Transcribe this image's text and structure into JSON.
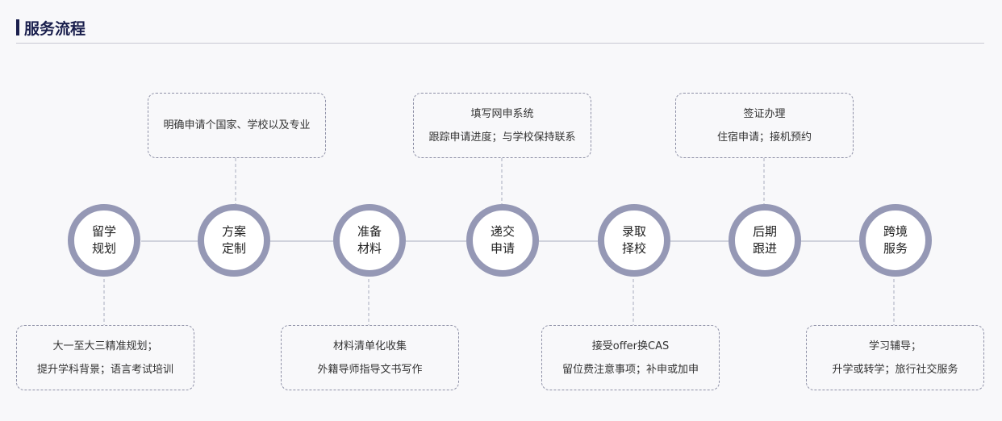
{
  "header": {
    "title": "服务流程"
  },
  "steps": [
    {
      "line1": "留学",
      "line2": "规划"
    },
    {
      "line1": "方案",
      "line2": "定制"
    },
    {
      "line1": "准备",
      "line2": "材料"
    },
    {
      "line1": "递交",
      "line2": "申请"
    },
    {
      "line1": "录取",
      "line2": "择校"
    },
    {
      "line1": "后期",
      "line2": "跟进"
    },
    {
      "line1": "跨境",
      "line2": "服务"
    }
  ],
  "top_boxes": [
    {
      "lines": [
        "明确申请个国家、学校以及专业"
      ]
    },
    {
      "lines": [
        "填写网申系统",
        "跟踪申请进度；与学校保持联系"
      ]
    },
    {
      "lines": [
        "签证办理",
        "住宿申请；接机预约"
      ]
    }
  ],
  "bottom_boxes": [
    {
      "lines": [
        "大一至大三精准规划；",
        "提升学科背景；语言考试培训"
      ]
    },
    {
      "lines": [
        "材料清单化收集",
        "外籍导师指导文书写作"
      ]
    },
    {
      "lines": [
        "接受offer换CAS",
        "留位费注意事项；补申或加申"
      ]
    },
    {
      "lines": [
        "学习辅导；",
        "升学或转学；旅行社交服务"
      ]
    }
  ],
  "colors": {
    "title": "#1a1f4d",
    "ring": "#9598b5",
    "line": "#a9abbf",
    "dashed_border": "#8f91a7"
  }
}
